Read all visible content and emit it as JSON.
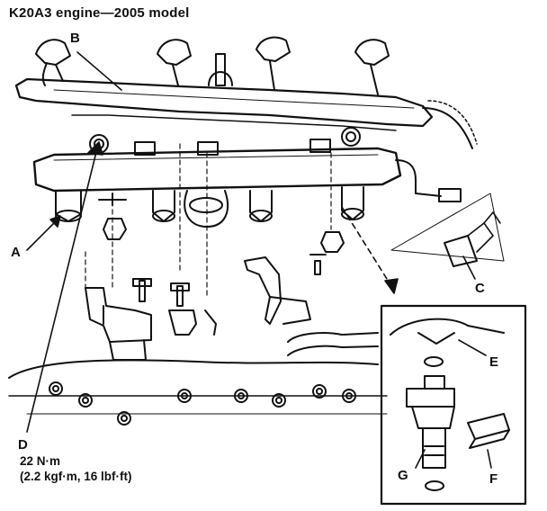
{
  "title": "K20A3 engine—2005 model",
  "callouts": {
    "a": "A",
    "b": "B",
    "c": "C",
    "d": "D",
    "e": "E",
    "f": "F",
    "g": "G"
  },
  "torque_spec": {
    "metric": "22 N·m",
    "imperial": "(2.2 kgf·m, 16 lbf·ft)"
  },
  "colors": {
    "ink": "#111111",
    "background": "#ffffff"
  }
}
